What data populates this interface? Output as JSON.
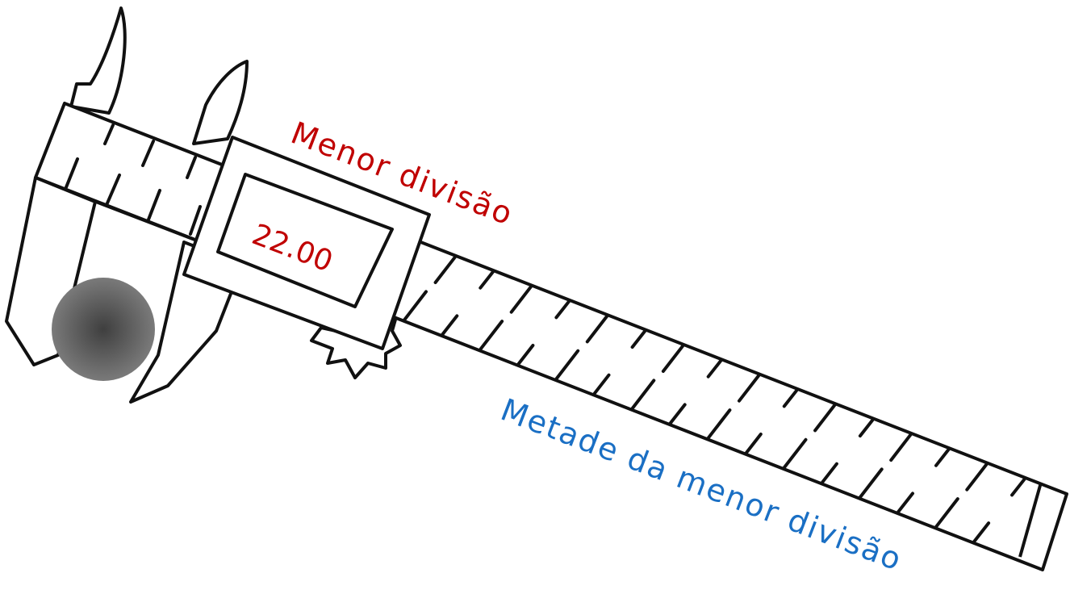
{
  "labels": {
    "smallest_division": "Menor divisão",
    "half_smallest_division": "Metade da menor divisão"
  },
  "display": {
    "reading": "22.00"
  },
  "colors": {
    "smallest_division_label": "#c00000",
    "half_division_label": "#1a6fc4",
    "reading_text": "#c00000",
    "outline": "#111111",
    "object": "#6e6e6e"
  }
}
